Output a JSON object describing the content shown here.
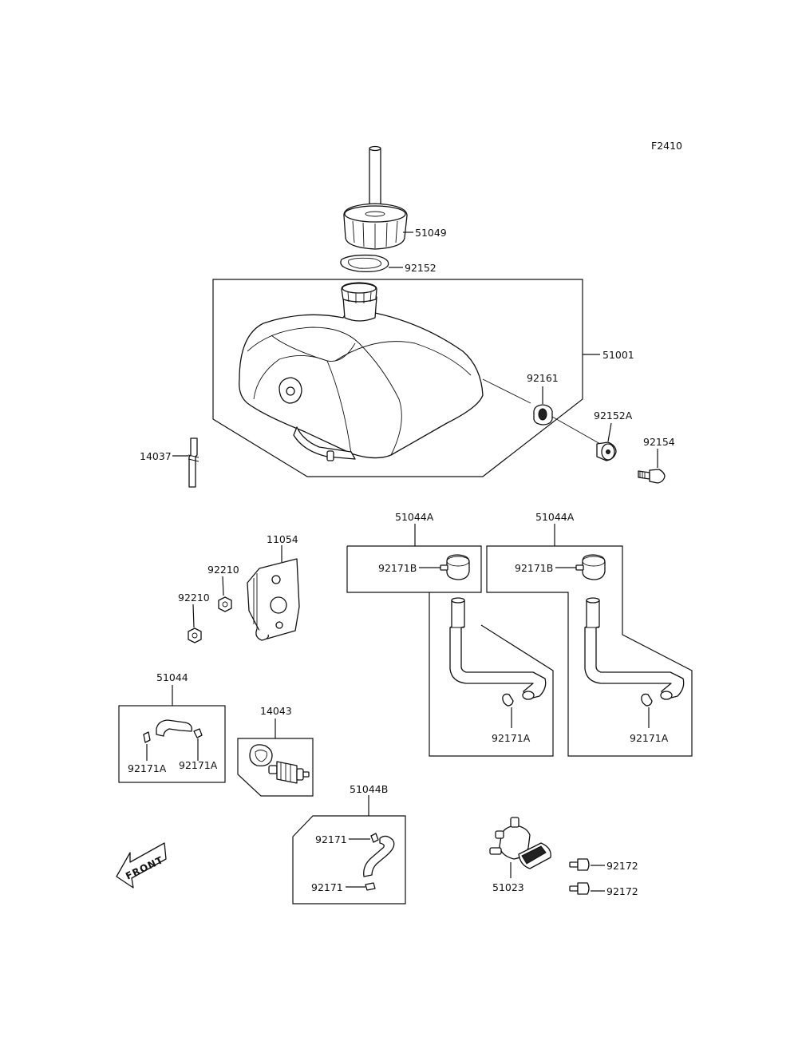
{
  "figure_code": "F2410",
  "front_label": "FRONT",
  "labels": {
    "cap": "51049",
    "cap_gasket": "92152",
    "tank": "51001",
    "grommet": "92161",
    "collar": "92152A",
    "bolt": "92154",
    "breather_hose": "14037",
    "bracket": "11054",
    "nut_upper": "92210",
    "nut_lower": "92210",
    "hose_set_a1": "51044A",
    "hose_set_a1_clamp_b": "92171B",
    "hose_set_a1_clamp_a": "92171A",
    "hose_set_a2": "51044A",
    "hose_set_a2_clamp_b": "92171B",
    "hose_set_a2_clamp_a": "92171A",
    "hose_set_main": "51044",
    "hose_set_main_clamp_left": "92171A",
    "hose_set_main_clamp_right": "92171A",
    "fuel_filter": "14043",
    "hose_set_b": "51044B",
    "hose_set_b_clamp_upper": "92171",
    "hose_set_b_clamp_lower": "92171",
    "fuel_cock": "51023",
    "screw_upper": "92172",
    "screw_lower": "92172"
  }
}
